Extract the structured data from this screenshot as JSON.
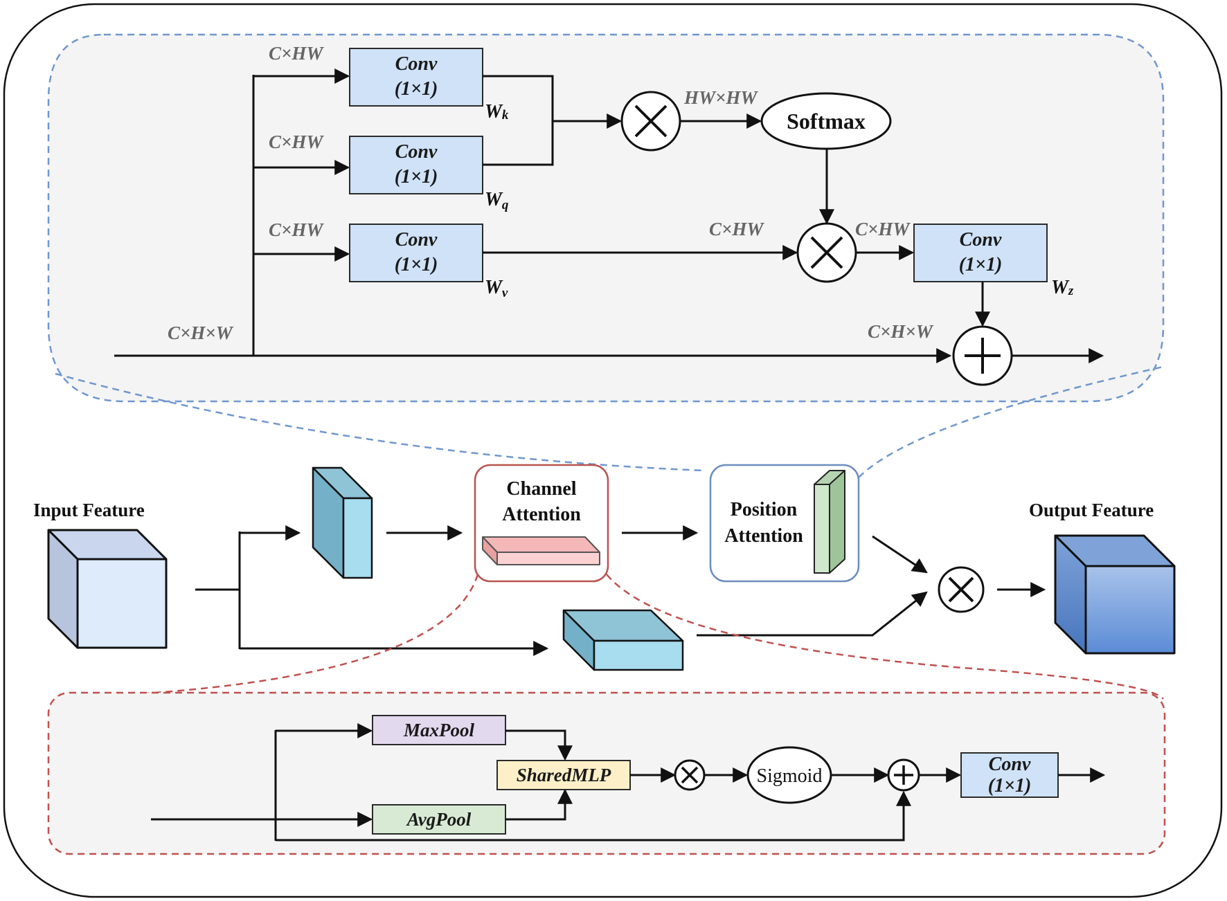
{
  "position_attention_detail": {
    "conv_boxes": [
      {
        "line1": "Conv",
        "line2": "(1×1)",
        "weight": "W",
        "weight_sub": "k",
        "input_dim": "C×HW"
      },
      {
        "line1": "Conv",
        "line2": "(1×1)",
        "weight": "W",
        "weight_sub": "q",
        "input_dim": "C×HW"
      },
      {
        "line1": "Conv",
        "line2": "(1×1)",
        "weight": "W",
        "weight_sub": "v",
        "input_dim": "C×HW"
      }
    ],
    "output_conv": {
      "line1": "Conv",
      "line2": "(1×1)",
      "weight": "W",
      "weight_sub": "z"
    },
    "softmax": "Softmax",
    "dims": {
      "input": "C×H×W",
      "hw": "HW×HW",
      "v_out": "C×HW",
      "mul_out": "C×HW",
      "residual": "C×H×W"
    }
  },
  "main_flow": {
    "input_feature": "Input Feature",
    "output_feature": "Output Feature",
    "channel_attention": {
      "line1": "Channel",
      "line2": "Attention"
    },
    "position_attention": {
      "line1": "Position",
      "line2": "Attention"
    }
  },
  "channel_attention_detail": {
    "maxpool": "MaxPool",
    "avgpool": "AvgPool",
    "shared_mlp": "SharedMLP",
    "sigmoid": "Sigmoid",
    "conv": {
      "line1": "Conv",
      "line2": "(1×1)"
    }
  },
  "colors": {
    "conv_fill": "#cfe2f7",
    "conv_stroke": "#2a2a2a",
    "blue_dash": "#6f97cf",
    "red_dash": "#c0504d",
    "panel_fill": "#f4f4f4",
    "maxpool_fill": "#e3d9ee",
    "avgpool_fill": "#d8ead4",
    "sharedmlp_fill": "#fdf0c8",
    "channel_box_stroke": "#b85450",
    "position_box_stroke": "#6c8ebf"
  }
}
